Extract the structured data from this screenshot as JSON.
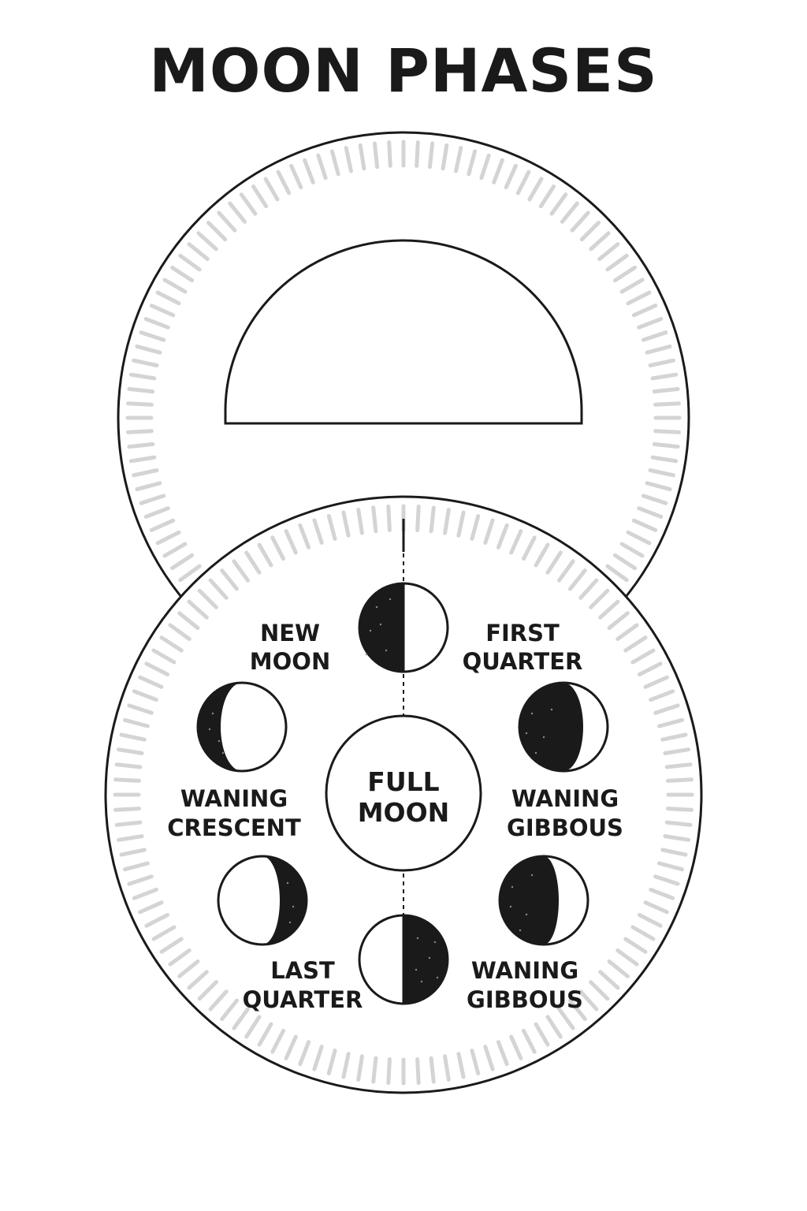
{
  "title": "MOON PHASES",
  "colors": {
    "ink": "#1a1a1a",
    "paper": "#ffffff",
    "tick": "#d4d4d4"
  },
  "center": {
    "line1": "FULL",
    "line2": "MOON"
  },
  "phases": [
    {
      "id": "new-moon",
      "line1": "NEW",
      "line2": "MOON"
    },
    {
      "id": "first-quarter",
      "line1": "FIRST",
      "line2": "QUARTER"
    },
    {
      "id": "waning-crescent",
      "line1": "WANING",
      "line2": "CRESCENT"
    },
    {
      "id": "waning-gibbous-right",
      "line1": "WANING",
      "line2": "GIBBOUS"
    },
    {
      "id": "last-quarter",
      "line1": "LAST",
      "line2": "QUARTER"
    },
    {
      "id": "waning-gibbous-bottom",
      "line1": "WANING",
      "line2": "GIBBOUS"
    }
  ]
}
